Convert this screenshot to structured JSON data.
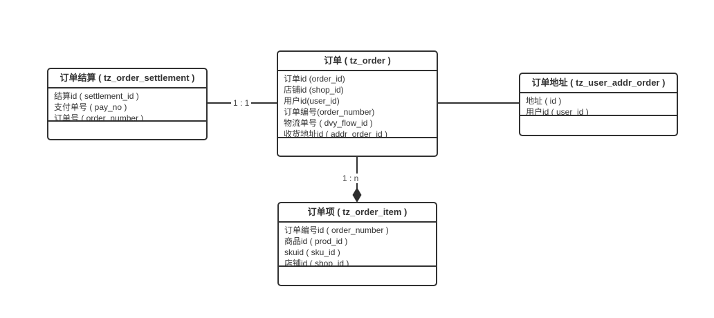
{
  "diagram": {
    "background": "#ffffff",
    "colors": {
      "border": "#323232",
      "text": "#333333",
      "relation_label": "#4a4a4a"
    },
    "entities": [
      {
        "id": "order_settlement",
        "title": "订单结算 ( tz_order_settlement )",
        "fields": [
          "结算id ( settlement_id )",
          "支付单号 ( pay_no )",
          "订单号 ( order_number )"
        ]
      },
      {
        "id": "order",
        "title": "订单 ( tz_order )",
        "fields": [
          "订单id (order_id)",
          "店铺id (shop_id)",
          "用户id(user_id)",
          "订单编号(order_number)",
          "物流单号 ( dvy_flow_id )",
          "收货地址id ( addr_order_id )"
        ]
      },
      {
        "id": "user_addr_order",
        "title": "订单地址 ( tz_user_addr_order )",
        "fields": [
          "地址 ( id )",
          "用户id ( user_id )"
        ]
      },
      {
        "id": "order_item",
        "title": "订单项 ( tz_order_item )",
        "fields": [
          "订单编号id ( order_number )",
          "商品id ( prod_id )",
          "skuid ( sku_id )",
          "店铺id ( shop_id )"
        ]
      }
    ],
    "relations": [
      {
        "from": "order_settlement",
        "to": "order",
        "label": "1 : 1",
        "arrow": "none"
      },
      {
        "from": "order",
        "to": "user_addr_order",
        "label": "",
        "arrow": "none"
      },
      {
        "from": "order",
        "to": "order_item",
        "label": "1 : n",
        "arrow": "diamond"
      }
    ]
  }
}
